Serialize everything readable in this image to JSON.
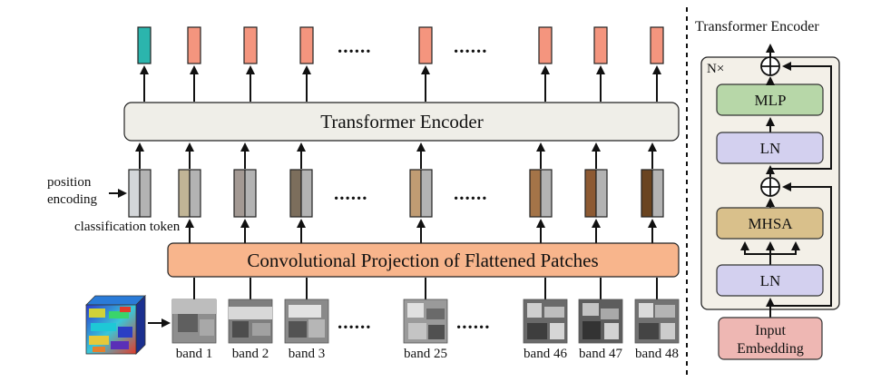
{
  "main": {
    "encoder_label": "Transformer Encoder",
    "projection_label": "Convolutional Projection of Flattened Patches",
    "position_encoding_line1": "position",
    "position_encoding_line2": "encoding",
    "classification_token_label": "classification token",
    "ellipsis": "......",
    "bands": [
      "band 1",
      "band 2",
      "band 3",
      "band 25",
      "band 46",
      "band 47",
      "band 48"
    ],
    "colors": {
      "cls_output": "#2bb5ad",
      "token_output": "#f4957e",
      "encoder_fill": "#efeee8",
      "projection_fill": "#f8b58c",
      "pos_embedding": "#b3b3b3",
      "patch_colors": [
        "#d3d6d9",
        "#c1b596",
        "#a39993",
        "#7c6e5c",
        "#c09c73",
        "#a47448",
        "#8d5a33",
        "#6a4420"
      ]
    }
  },
  "side": {
    "title": "Transformer Encoder",
    "repeat_label": "N×",
    "mlp_label": "MLP",
    "ln_top_label": "LN",
    "mhsa_label": "MHSA",
    "ln_bottom_label": "LN",
    "input_line1": "Input",
    "input_line2": "Embedding",
    "colors": {
      "panel_fill": "#f3f0e8",
      "mlp": "#b7d7a8",
      "ln": "#d3d0ef",
      "mhsa": "#d9c08b",
      "input": "#eeb7b3"
    }
  }
}
